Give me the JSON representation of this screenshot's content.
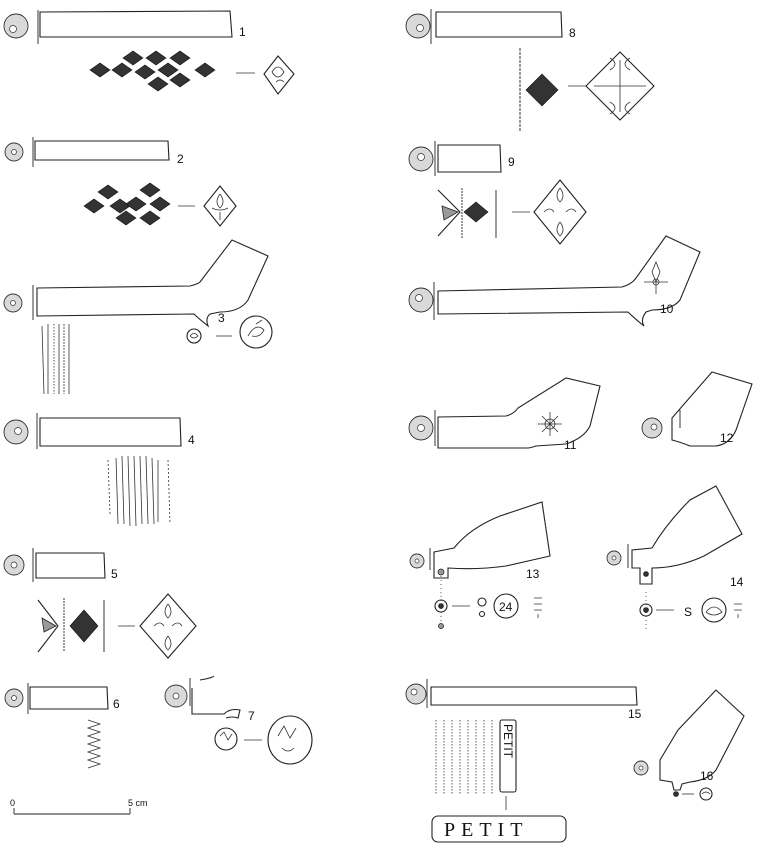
{
  "figure": {
    "specimens": [
      {
        "number": "1"
      },
      {
        "number": "2"
      },
      {
        "number": "3"
      },
      {
        "number": "4"
      },
      {
        "number": "5"
      },
      {
        "number": "6"
      },
      {
        "number": "7"
      },
      {
        "number": "8"
      },
      {
        "number": "9"
      },
      {
        "number": "10"
      },
      {
        "number": "11"
      },
      {
        "number": "12"
      },
      {
        "number": "13"
      },
      {
        "number": "14"
      },
      {
        "number": "15"
      },
      {
        "number": "16"
      }
    ],
    "scale_bar": {
      "start_label": "0",
      "end_label": "5 cm"
    },
    "stamps": {
      "mark_13": "24",
      "mark_14": "S",
      "maker_name": "PETIT",
      "maker_name_vertical": "PETIT"
    },
    "colors": {
      "line": "#222222",
      "section_fill": "#d9d9d9",
      "background": "#ffffff"
    }
  }
}
